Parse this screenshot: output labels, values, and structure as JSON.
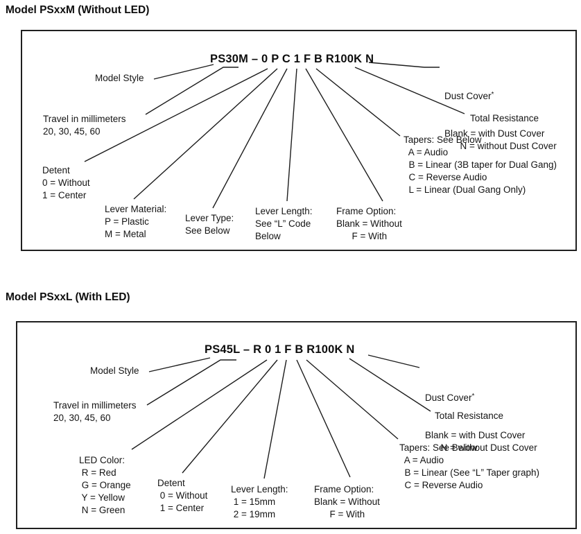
{
  "page": {
    "background": "#ffffff",
    "text_color": "#111111",
    "border_color": "#1f1f1f"
  },
  "model_m": {
    "title": "Model PSxxM (Without LED)",
    "part_number": "PS30M – 0 P C 1 F B R100K N",
    "labels": {
      "model_style": [
        "Model Style"
      ],
      "travel": [
        "Travel in millimeters",
        "20, 30, 45, 60"
      ],
      "detent": [
        "Detent",
        "0 = Without",
        "1 = Center"
      ],
      "lever_material": [
        "Lever Material:",
        "P = Plastic",
        "M = Metal"
      ],
      "lever_type": [
        "Lever Type:",
        "See Below"
      ],
      "lever_length": [
        "Lever Length:",
        "See “L” Code",
        "Below"
      ],
      "frame_option": [
        "Frame Option:",
        "Blank = Without",
        "      F = With"
      ],
      "tapers": [
        "Tapers: See Below",
        "  A = Audio",
        "  B = Linear (3B taper for Dual Gang)",
        "  C = Reverse Audio",
        "  L = Linear (Dual Gang Only)"
      ],
      "total_resistance": [
        "Total Resistance"
      ],
      "dust_cover": {
        "title": "Dust Cover",
        "star": "*",
        "lines": [
          "Blank = with Dust Cover",
          "      N = without Dust Cover"
        ]
      }
    }
  },
  "model_l": {
    "title": "Model PSxxL (With LED)",
    "part_number": "PS45L – R 0 1 F B R100K N",
    "labels": {
      "model_style": [
        "Model Style"
      ],
      "travel": [
        "Travel in millimeters",
        "20, 30, 45, 60"
      ],
      "led_color": [
        "LED Color:",
        " R = Red",
        " G = Orange",
        " Y = Yellow",
        " N = Green"
      ],
      "detent": [
        "Detent",
        " 0 = Without",
        " 1 = Center"
      ],
      "lever_length": [
        "Lever Length:",
        " 1 = 15mm",
        " 2 = 19mm"
      ],
      "frame_option": [
        "Frame Option:",
        "Blank = Without",
        "      F = With"
      ],
      "tapers": [
        "Tapers: See Below",
        "  A = Audio",
        "  B = Linear (See “L” Taper graph)",
        "  C = Reverse Audio"
      ],
      "total_resistance": [
        "Total Resistance"
      ],
      "dust_cover": {
        "title": "Dust Cover",
        "star": "*",
        "lines": [
          "Blank = with Dust Cover",
          "      N = without Dust Cover"
        ]
      }
    }
  }
}
